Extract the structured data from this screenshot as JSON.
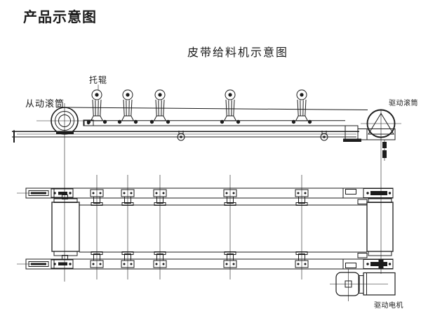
{
  "page": {
    "title": "产品示意图"
  },
  "diagram": {
    "title": "皮带给料机示意图",
    "components": {
      "idler": "托辊",
      "driven_drum": "从动滚筒",
      "drive_drum": "驱动滚筒",
      "drive_motor": "驱动电机"
    },
    "colors": {
      "line": "#1c1c1c",
      "background": "#ffffff"
    }
  }
}
